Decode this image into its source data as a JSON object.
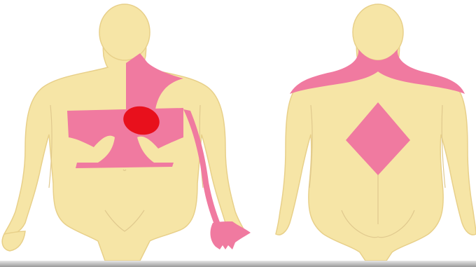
{
  "figure": {
    "views": [
      "front",
      "back"
    ]
  },
  "colors": {
    "background": "#ffffff",
    "skin": "#f6e5a6",
    "skin_outline": "#e8d08a",
    "skin_shade": "#ead29a",
    "pain_area": "#f07aa0",
    "heart": "#e8101c",
    "shadow": "#a0a0a0"
  },
  "regions": {
    "front": [
      "left-neck-jaw",
      "left-shoulder",
      "chest-band",
      "heart",
      "left-arm",
      "left-hand"
    ],
    "back": [
      "neck-and-shoulders",
      "mid-back-diamond"
    ]
  }
}
